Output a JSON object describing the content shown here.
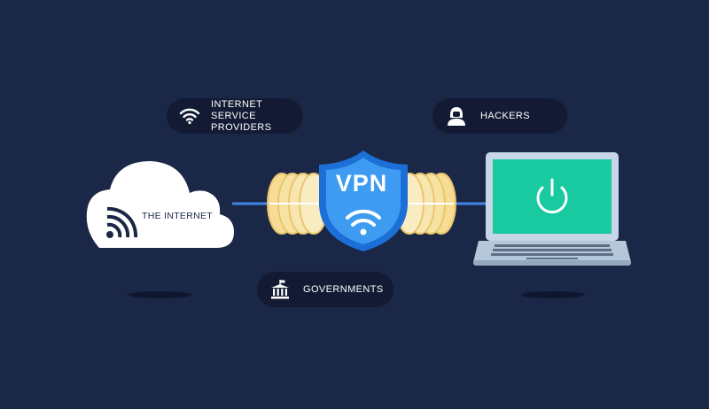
{
  "labels": {
    "isp": "INTERNET SERVICE\nPROVIDERS",
    "isp_line1": "INTERNET SERVICE",
    "isp_line2": "PROVIDERS",
    "hackers": "HACKERS",
    "governments": "GOVERNMENTS",
    "internet": "THE INTERNET",
    "vpn": "VPN"
  },
  "icons": {
    "isp": "wifi-icon",
    "hackers": "hacker-icon",
    "governments": "government-building-icon",
    "internet": "rss-signal-icon",
    "shield": "shield-icon",
    "laptop": "laptop-icon",
    "power": "power-icon"
  },
  "colors": {
    "background": "#1b2746",
    "pill": "#121b33",
    "cloud": "#ffffff",
    "link": "#3f86e8",
    "shield": "#3e9bf2",
    "tunnel": "#f3d78a",
    "screen": "#19c9a0",
    "laptop": "#c6d6e6"
  }
}
